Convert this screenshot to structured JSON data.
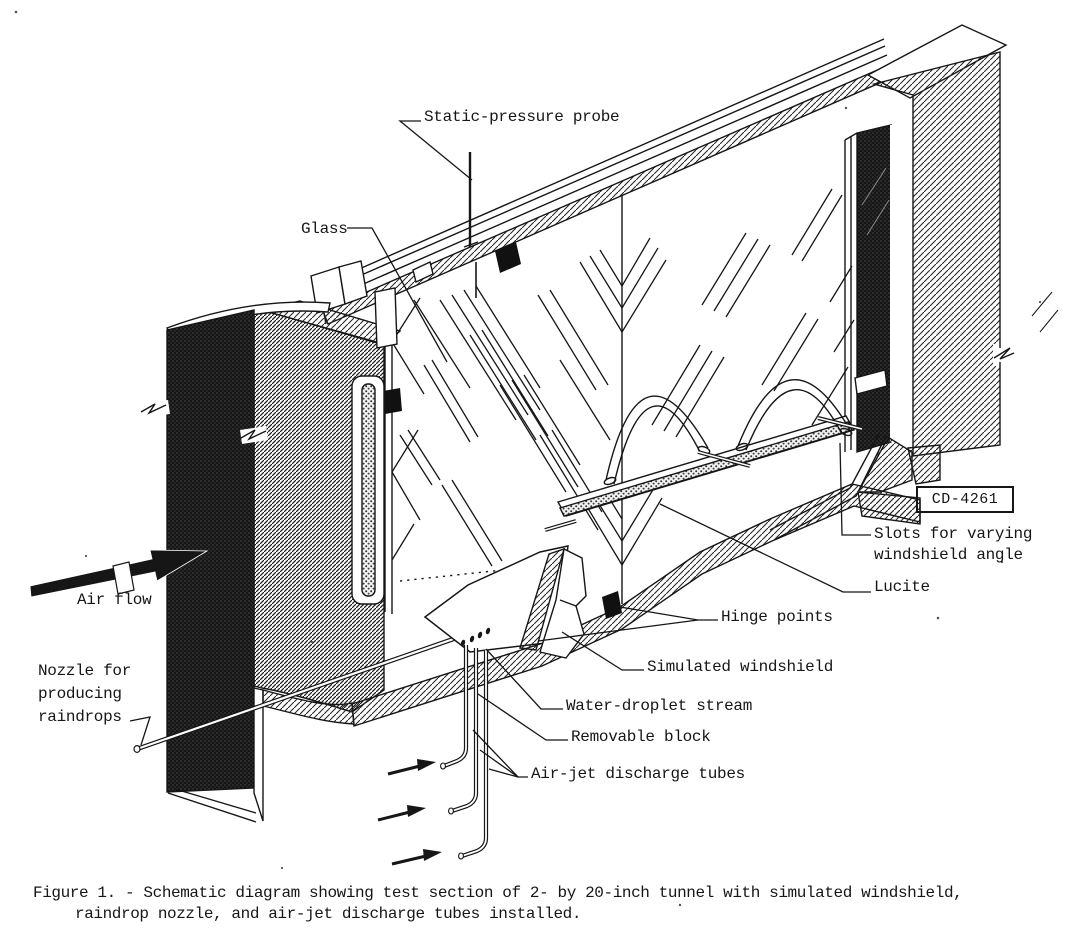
{
  "figure": {
    "part_id": "CD-4261",
    "caption_line1": "Figure 1. - Schematic diagram showing test section of 2- by 20-inch tunnel with simulated windshield,",
    "caption_line2": "raindrop nozzle, and air-jet discharge tubes installed."
  },
  "labels": {
    "static_pressure_probe": "Static-pressure probe",
    "glass": "Glass",
    "slots_line1": "Slots for varying",
    "slots_line2": "windshield angle",
    "lucite": "Lucite",
    "hinge_points": "Hinge points",
    "simulated_windshield": "Simulated windshield",
    "water_droplet_stream": "Water-droplet stream",
    "removable_block": "Removable block",
    "air_jet_tubes": "Air-jet discharge tubes",
    "air_flow": "Air flow",
    "nozzle_line1": "Nozzle for",
    "nozzle_line2": "producing",
    "nozzle_line3": "raindrops"
  },
  "colors": {
    "ink": "#161616",
    "paper": "#ffffff"
  }
}
